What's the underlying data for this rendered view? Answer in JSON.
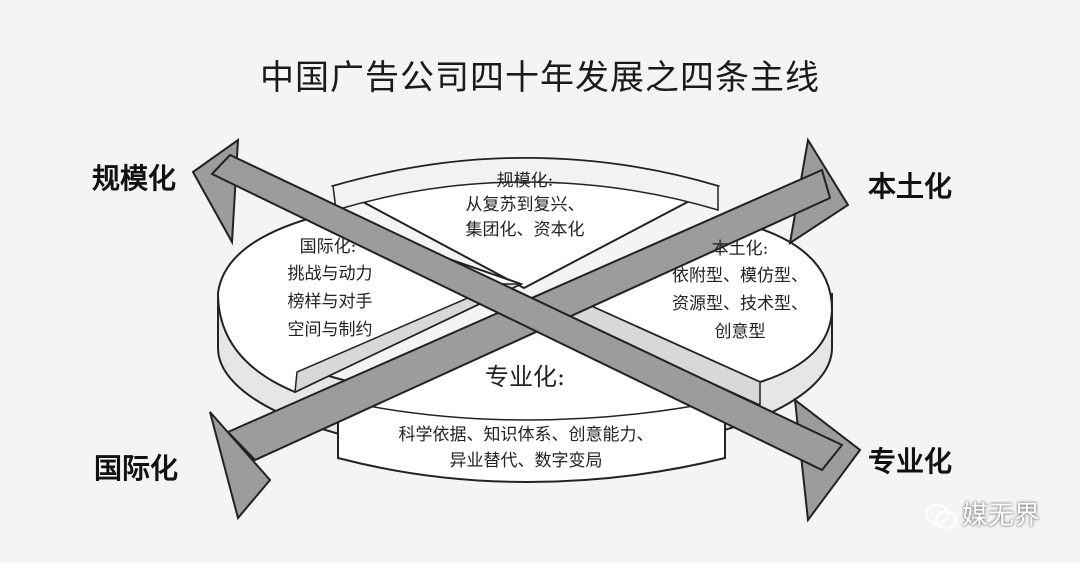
{
  "title": "中国广告公司四十年发展之四条主线",
  "corners": {
    "top_left": "规模化",
    "top_right": "本土化",
    "bottom_left": "国际化",
    "bottom_right": "专业化"
  },
  "segments": {
    "top": {
      "title": "规模化:",
      "lines": [
        "从复苏到复兴、",
        "集团化、资本化"
      ]
    },
    "left": {
      "title": "国际化:",
      "lines": [
        "挑战与动力",
        "榜样与对手",
        "空间与制约"
      ]
    },
    "right": {
      "title": "本土化:",
      "lines": [
        "依附型、模仿型、",
        "资源型、技术型、",
        "创意型"
      ]
    },
    "bottom": {
      "title": "专业化:",
      "lines": [
        "科学依据、知识体系、创意能力、",
        "异业替代、数字变局"
      ]
    }
  },
  "watermark": {
    "text": "媒无界",
    "icon": "wechat-icon"
  },
  "colors": {
    "arrow_fill": "#9c9c9c",
    "disk_fill": "#ffffff",
    "outline": "#222222",
    "background": "#f4f4f4"
  }
}
